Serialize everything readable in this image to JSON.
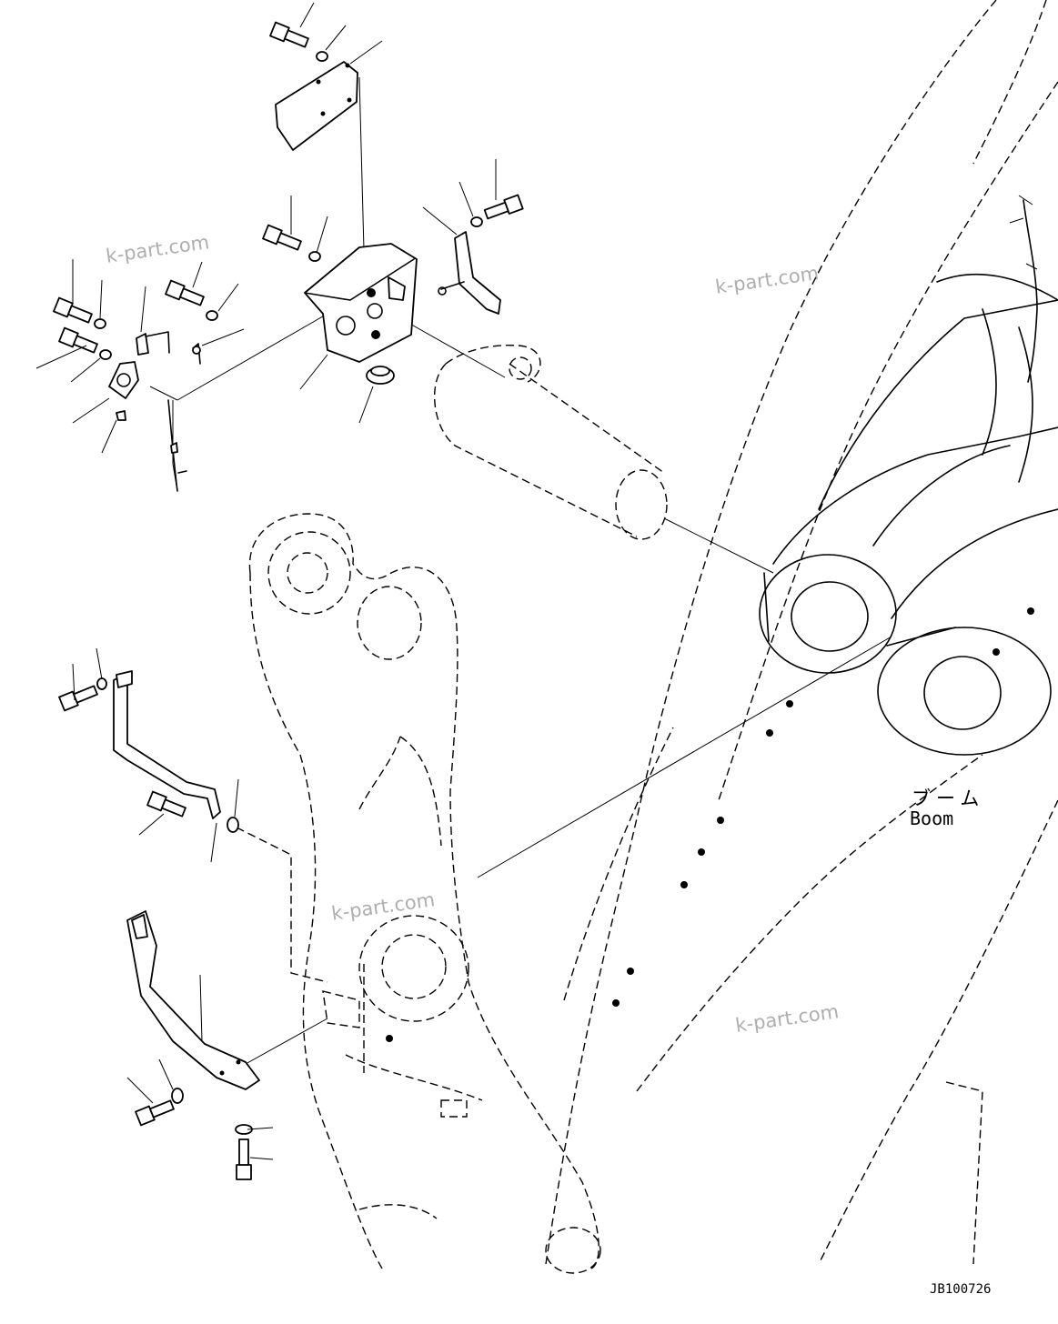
{
  "labels": {
    "boom_jp": "ブーム",
    "boom_en": "Boom",
    "drawing_number": "JB100726"
  },
  "watermarks": [
    "k-part.com",
    "k-part.com",
    "k-part.com",
    "k-part.com"
  ],
  "colors": {
    "line": "#000000",
    "background": "#ffffff",
    "watermark": "#9a9a9a"
  }
}
